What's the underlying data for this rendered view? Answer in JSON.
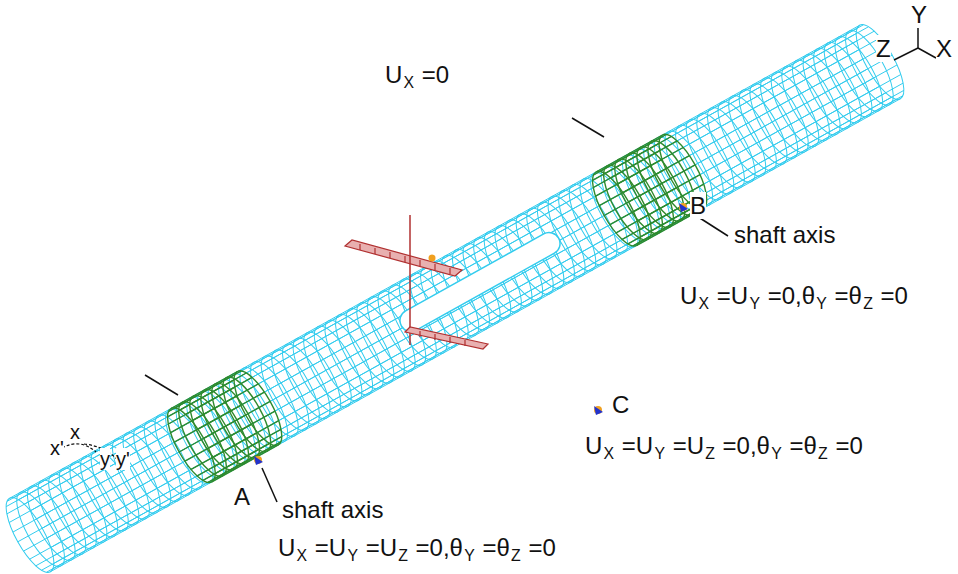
{
  "diagram": {
    "labels": [
      "Y",
      "Z",
      "X",
      "U",
      "X",
      "=0",
      "B",
      "shaft axis",
      "U",
      "X",
      "=U",
      "Y",
      "=0,",
      "θ",
      "Y",
      "=θ",
      "Z",
      "=0",
      "C",
      "U",
      "X",
      "=U",
      "Y",
      "=U",
      "Z",
      "=0,",
      "θ",
      "Y",
      "=θ",
      "Z",
      "=0",
      "A",
      "shaft axis",
      "U",
      "X",
      "=U",
      "Y",
      "=U",
      "Z",
      "=0,",
      "θ",
      "Y",
      "=θ",
      "Z",
      "=0",
      "x",
      "x'",
      "y",
      "y'"
    ]
  }
}
